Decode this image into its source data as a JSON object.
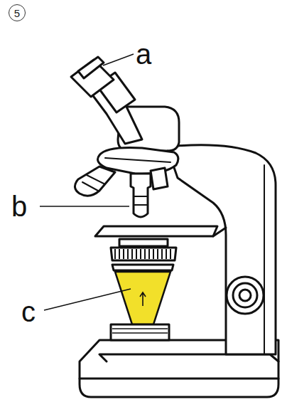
{
  "diagram": {
    "nodes": [
      {
        "text": [
          "5"
        ]
      }
    ],
    "labels": [
      "a",
      "b",
      "c"
    ]
  }
}
